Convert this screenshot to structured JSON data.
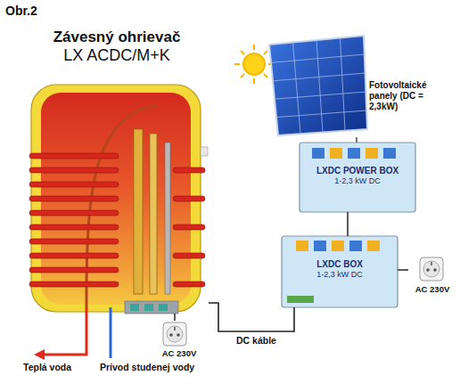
{
  "diagram": {
    "nodes": [
      {
        "text": [
          "Závesný ohrievač",
          "LX ACDC/M+K"
        ]
      },
      {
        "text": [
          "Fotovoltaické panely (DC = 2,3kW)"
        ]
      },
      {
        "text": [
          "LXDC POWER BOX",
          "1-2,3 kW DC"
        ]
      },
      {
        "text": [
          "LXDC BOX",
          "1-2,3 kW DC"
        ]
      },
      {
        "text": [
          "AC 230V"
        ]
      },
      {
        "text": [
          "AC 230V"
        ]
      }
    ],
    "edges": [
      {
        "from": 1,
        "to": 2,
        "arrow": "none"
      },
      {
        "from": 2,
        "to": 3,
        "arrow": "none"
      },
      {
        "from": 5,
        "to": 3,
        "arrow": "none"
      },
      {
        "from": 4,
        "to": 0,
        "arrow": "none"
      },
      {
        "from": 3,
        "to": 0,
        "label": "DC káble",
        "arrow": "none"
      }
    ],
    "labels": [
      "Obr.2",
      "Teplá voda",
      "Prívod studenej vody"
    ]
  }
}
